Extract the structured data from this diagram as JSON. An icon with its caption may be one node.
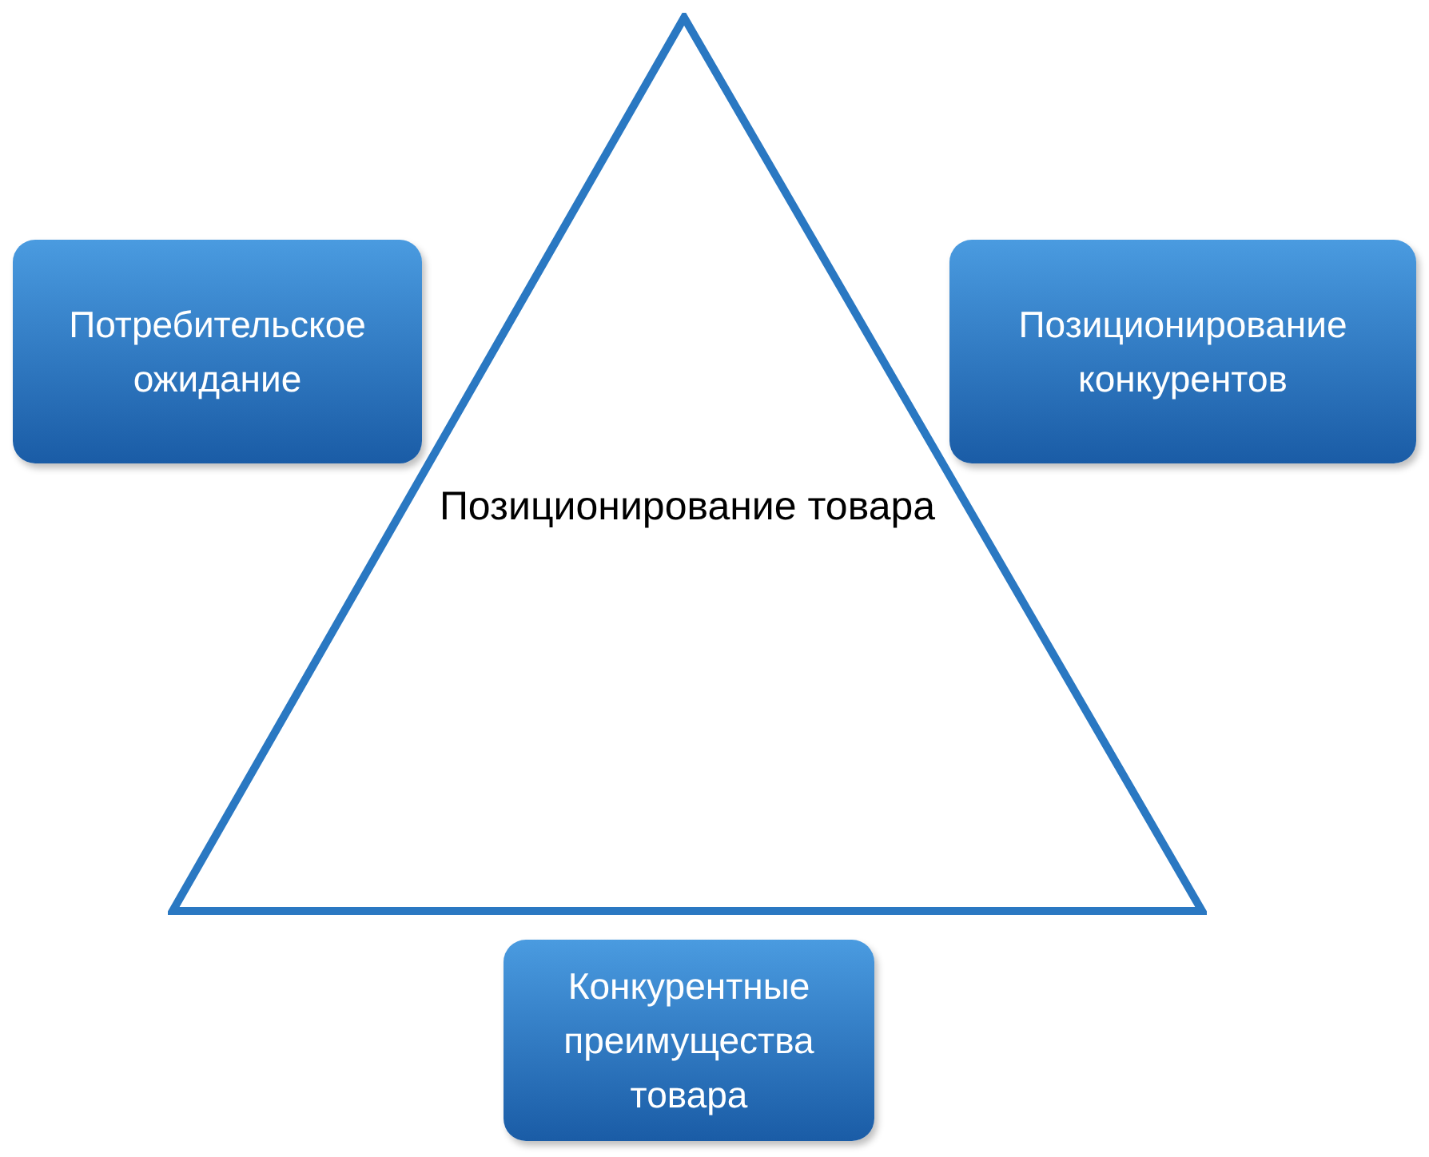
{
  "diagram": {
    "nodes": [
      {
        "text": [
          "Позиционирование товара"
        ]
      },
      {
        "text": [
          "Потребительское ожидание"
        ]
      },
      {
        "text": [
          "Позиционирование конкурентов"
        ]
      },
      {
        "text": [
          "Конкурентные преимущества товара"
        ]
      }
    ]
  }
}
